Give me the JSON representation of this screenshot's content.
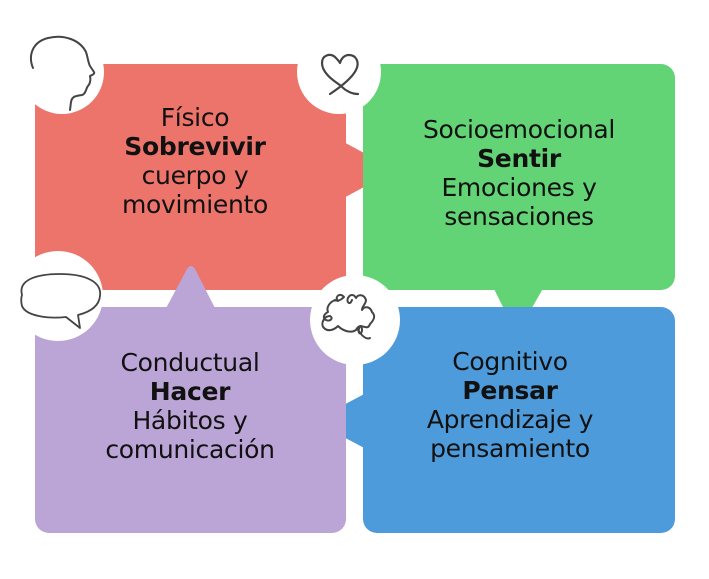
{
  "diagram": {
    "colors": {
      "background": "#FFFFFF",
      "fisico": "#EC746A",
      "socioemocional": "#63D475",
      "cognitivo": "#4E9BDB",
      "conductual": "#BBA4D6",
      "icon_stroke": "#444444"
    },
    "quadrants": [
      {
        "id": "fisico",
        "category": "Físico",
        "verb": "Sobrevivir",
        "description": "cuerpo y\nmovimiento",
        "icon": "head-profile-icon",
        "arrow_direction": "right"
      },
      {
        "id": "socioemocional",
        "category": "Socioemocional",
        "verb": "Sentir",
        "description": "Emociones y\nsensaciones",
        "icon": "heart-icon",
        "arrow_direction": "down"
      },
      {
        "id": "cognitivo",
        "category": "Cognitivo",
        "verb": "Pensar",
        "description": "Aprendizaje y\npensamiento",
        "icon": "brain-cloud-icon",
        "arrow_direction": "left"
      },
      {
        "id": "conductual",
        "category": "Conductual",
        "verb": "Hacer",
        "description": "Hábitos y\ncomunicación",
        "icon": "speech-bubble-icon",
        "arrow_direction": "up"
      }
    ]
  }
}
